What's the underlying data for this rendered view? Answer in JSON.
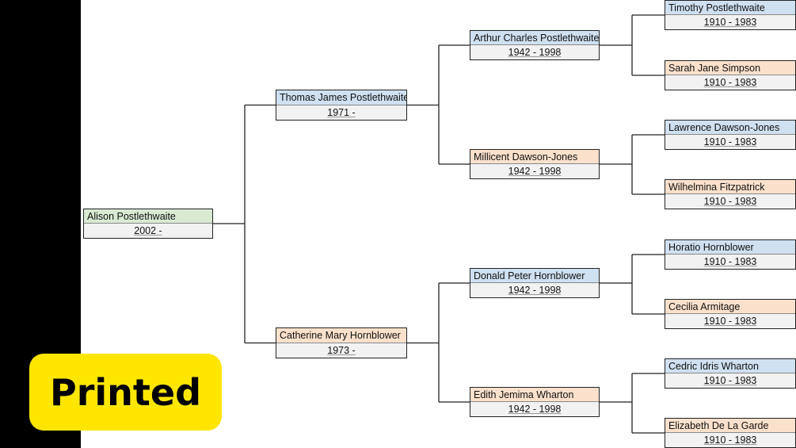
{
  "badge": {
    "label": "Printed"
  },
  "people": [
    {
      "key": "p0",
      "name": "Alison Postlethwaite",
      "dates": "2002 -",
      "sex": "self"
    },
    {
      "key": "p1",
      "name": "Thomas James Postlethwaite",
      "dates": "1971 -",
      "sex": "male"
    },
    {
      "key": "p2",
      "name": "Catherine Mary Hornblower",
      "dates": "1973 -",
      "sex": "female"
    },
    {
      "key": "p3",
      "name": "Arthur Charles Postlethwaite",
      "dates": "1942 - 1998",
      "sex": "male"
    },
    {
      "key": "p4",
      "name": "Millicent Dawson-Jones",
      "dates": "1942 - 1998",
      "sex": "female"
    },
    {
      "key": "p5",
      "name": "Donald Peter Hornblower",
      "dates": "1942 - 1998",
      "sex": "male"
    },
    {
      "key": "p6",
      "name": "Edith Jemima Wharton",
      "dates": "1942 - 1998",
      "sex": "female"
    },
    {
      "key": "p7",
      "name": "Timothy Postlethwaite",
      "dates": "1910 - 1983",
      "sex": "male"
    },
    {
      "key": "p8",
      "name": "Sarah Jane Simpson",
      "dates": "1910 - 1983",
      "sex": "female"
    },
    {
      "key": "p9",
      "name": "Lawrence Dawson-Jones",
      "dates": "1910 - 1983",
      "sex": "male"
    },
    {
      "key": "p10",
      "name": "Wilhelmina Fitzpatrick",
      "dates": "1910 - 1983",
      "sex": "female"
    },
    {
      "key": "p11",
      "name": "Horatio Hornblower",
      "dates": "1910 - 1983",
      "sex": "male"
    },
    {
      "key": "p12",
      "name": "Cecilia Armitage",
      "dates": "1910 - 1983",
      "sex": "female"
    },
    {
      "key": "p13",
      "name": "Cedric Idris Wharton",
      "dates": "1910 - 1983",
      "sex": "male"
    },
    {
      "key": "p14",
      "name": "Elizabeth De La Garde",
      "dates": "1910 - 1983",
      "sex": "female"
    }
  ],
  "colors": {
    "male": "#cfe0f1",
    "female": "#fbe1cc",
    "self": "#d9ead3",
    "dates_bg": "#f2f2f2",
    "badge": "#ffe600"
  }
}
